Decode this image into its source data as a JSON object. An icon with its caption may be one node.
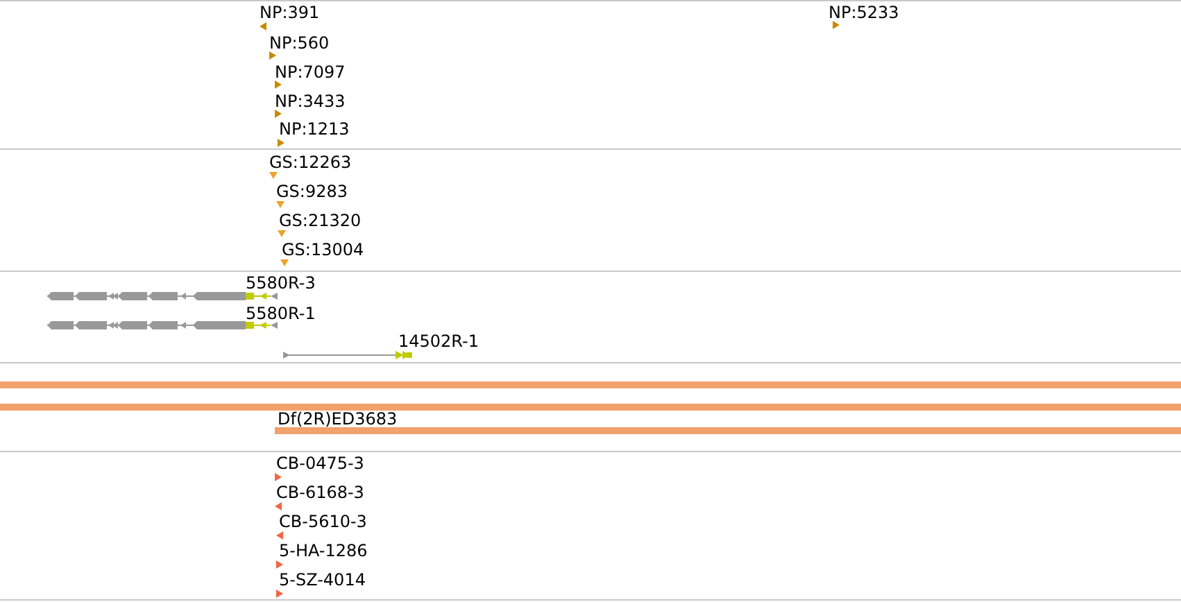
{
  "diagram": {
    "labels": [
      "NP:391",
      "NP:5233",
      "NP:560",
      "NP:7097",
      "NP:3433",
      "NP:1213",
      "GS:12263",
      "GS:9283",
      "GS:21320",
      "GS:13004",
      "5580R-3",
      "5580R-1",
      "14502R-1",
      "Df(2R)ED3683",
      "CB-0475-3",
      "CB-6168-3",
      "CB-5610-3",
      "5-HA-1286",
      "5-SZ-4014"
    ]
  }
}
